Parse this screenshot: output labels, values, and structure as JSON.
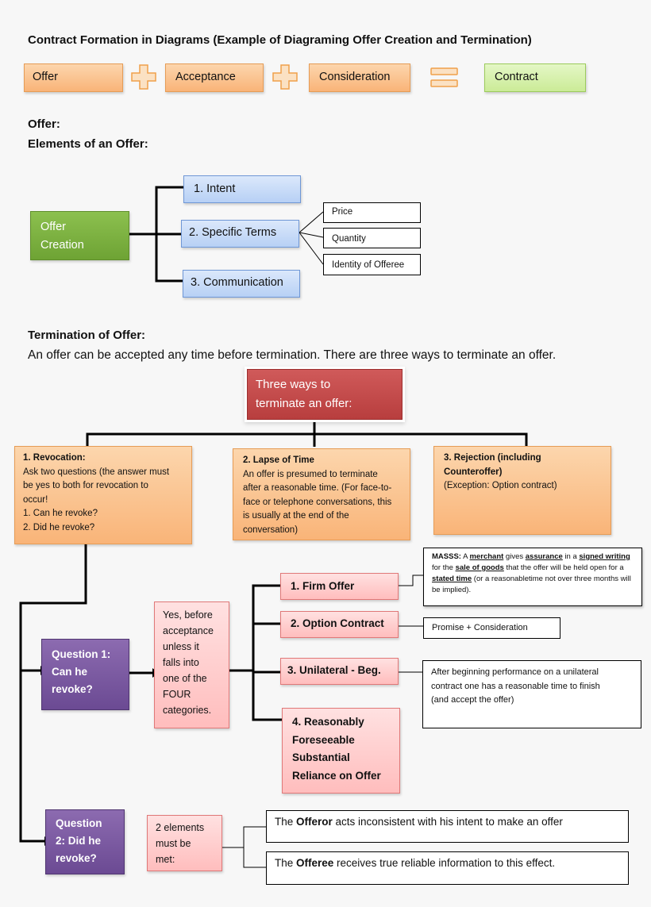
{
  "title": "Contract Formation  in Diagrams (Example of Diagraming Offer  Creation and Termination)",
  "equation": {
    "offer": "Offer",
    "acceptance": "Acceptance",
    "consideration": "Consideration",
    "contract": "Contract"
  },
  "offer_section": {
    "heading": "Offer:",
    "elements_heading": "Elements of an Offer:",
    "creation_label": [
      "Offer",
      "Creation"
    ],
    "elements": [
      "1. Intent",
      "2. Specific Terms",
      "3. Communication"
    ],
    "terms": [
      "Price",
      "Quantity",
      "Identity of Offeree"
    ]
  },
  "termination": {
    "heading": "Termination of Offer:",
    "intro": "An offer can be accepted any time before termination. There are three ways to terminate an offer.",
    "root": [
      "Three ways to",
      "terminate an offer:"
    ],
    "revocation": {
      "title": "1. Revocation:",
      "lines": [
        "Ask two questions (the answer must",
        "be yes to both for revocation to",
        "occur!",
        "1. Can he revoke?",
        "2. Did he revoke?"
      ]
    },
    "lapse": {
      "title": "2.  Lapse of Time",
      "lines": [
        "An offer is presumed to terminate",
        "after a reasonable time. (For face-to-",
        "face or telephone conversations, this",
        "is usually at the end of the",
        "conversation)"
      ]
    },
    "rejection": {
      "title": "3.  Rejection (including Counteroffer)",
      "lines": [
        "(Exception: Option contract)"
      ]
    }
  },
  "question1": {
    "label": [
      "Question 1:",
      "Can he",
      "revoke?"
    ],
    "answer": [
      "Yes, before",
      "acceptance",
      "unless it",
      "falls into",
      "one of the",
      "FOUR",
      "categories."
    ],
    "categories": [
      "1. Firm Offer",
      "2. Option Contract",
      "3. Unilateral - Beg.",
      "4. Reasonably Foreseeable Substantial Reliance on Offer"
    ],
    "firm_offer_note": {
      "p1": "MASSS:",
      "p2": " A ",
      "merchant": "merchant",
      "p3": " gives ",
      "assurance": "assurance",
      "p4": " in a ",
      "signed_writing": "signed writing",
      "p5": " for the ",
      "sale_of_goods": "sale of goods",
      "p6": " that the offer will be held open for a ",
      "stated_time": "stated time",
      "p7": " (or a reasonabletime not over three months will be implied)."
    },
    "option_note": "Promise + Consideration",
    "unilateral_note": [
      "After beginning performance on a unilateral",
      "contract one has a reasonable time to finish",
      "(and accept the offer)"
    ]
  },
  "question2": {
    "label": [
      "Question",
      "2:  Did he",
      "revoke?"
    ],
    "answer": [
      "2 elements",
      "must be",
      "met:"
    ],
    "element1": {
      "pre": "The ",
      "bold": "Offeror",
      "post": " acts inconsistent with his intent to make an offer"
    },
    "element2": {
      "pre": "The ",
      "bold": "Offeree",
      "post": " receives true reliable information to this effect."
    }
  },
  "colors": {
    "orange": "#f9b478",
    "green": "#cbeb97",
    "blue": "#b7d0f5",
    "pink": "#ffbdbd",
    "darkgreen": "#6ea334",
    "purple": "#6b4a93",
    "red": "#b83e3e"
  }
}
